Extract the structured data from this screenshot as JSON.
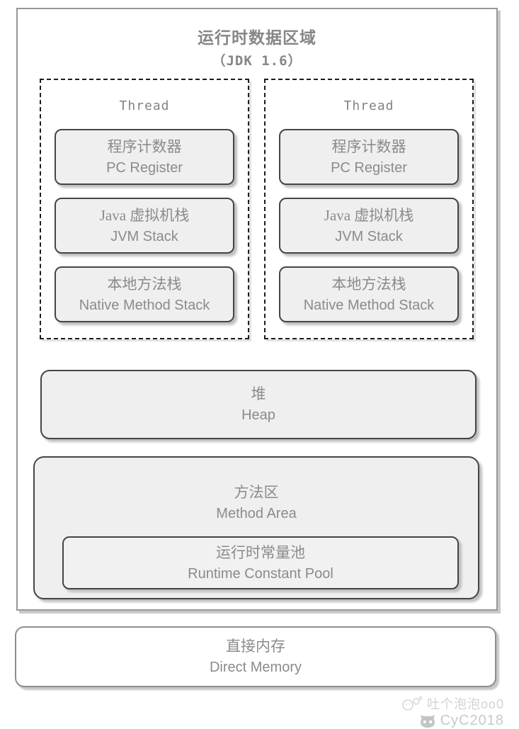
{
  "diagram": {
    "title": "运行时数据区域",
    "subtitle": "（JDK 1.6）",
    "threads": [
      {
        "label": "Thread",
        "boxes": [
          {
            "zh": "程序计数器",
            "en": "PC Register"
          },
          {
            "zh": "Java 虚拟机栈",
            "en": "JVM Stack"
          },
          {
            "zh": "本地方法栈",
            "en": "Native Method Stack"
          }
        ]
      },
      {
        "label": "Thread",
        "boxes": [
          {
            "zh": "程序计数器",
            "en": "PC Register"
          },
          {
            "zh": "Java 虚拟机栈",
            "en": "JVM Stack"
          },
          {
            "zh": "本地方法栈",
            "en": "Native Method Stack"
          }
        ]
      }
    ],
    "heap": {
      "zh": "堆",
      "en": "Heap"
    },
    "method_area": {
      "zh": "方法区",
      "en": "Method Area"
    },
    "runtime_constant_pool": {
      "zh": "运行时常量池",
      "en": "Runtime Constant Pool"
    },
    "direct_memory": {
      "zh": "直接内存",
      "en": "Direct Memory"
    }
  },
  "watermark": {
    "line1": "吐个泡泡oo0",
    "line2": "CyC2018"
  },
  "colors": {
    "text_gray": "#8b8b8b",
    "title_gray": "#868686",
    "cell_fill": "#efefef",
    "cell_border": "#454545",
    "frame_border": "#979797",
    "dashed_border": "#1c1c1c",
    "watermark_gray": "#cfcfcf"
  }
}
